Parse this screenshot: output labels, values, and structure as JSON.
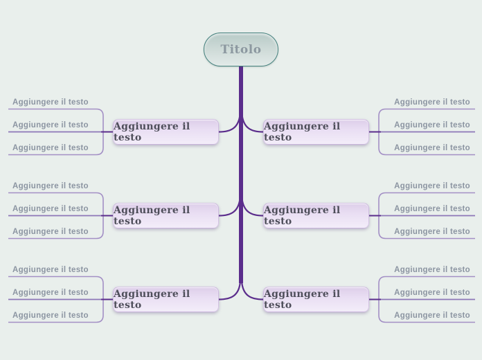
{
  "canvas": {
    "background": "#e9efec"
  },
  "root": {
    "label": "Titolo"
  },
  "branches": [
    {
      "id": "left-top",
      "side": "left",
      "label": "Aggiungere il testo",
      "leaves": [
        "Aggiungere il testo",
        "Aggiungere il testo",
        "Aggiungere il testo"
      ]
    },
    {
      "id": "left-middle",
      "side": "left",
      "label": "Aggiungere il testo",
      "leaves": [
        "Aggiungere il testo",
        "Aggiungere il testo",
        "Aggiungere il testo"
      ]
    },
    {
      "id": "left-bottom",
      "side": "left",
      "label": "Aggiungere il testo",
      "leaves": [
        "Aggiungere il testo",
        "Aggiungere il testo",
        "Aggiungere il testo"
      ]
    },
    {
      "id": "right-top",
      "side": "right",
      "label": "Aggiungere il testo",
      "leaves": [
        "Aggiungere il testo",
        "Aggiungere il testo",
        "Aggiungere il testo"
      ]
    },
    {
      "id": "right-middle",
      "side": "right",
      "label": "Aggiungere il testo",
      "leaves": [
        "Aggiungere il testo",
        "Aggiungere il testo",
        "Aggiungere il testo"
      ]
    },
    {
      "id": "right-bottom",
      "side": "right",
      "label": "Aggiungere il testo",
      "leaves": [
        "Aggiungere il testo",
        "Aggiungere il testo",
        "Aggiungere il testo"
      ]
    }
  ],
  "colors": {
    "background": "#e9efec",
    "trunk": "#5b2d8c",
    "branch_line": "#5b2d8c",
    "leaf_bracket_line": "#a38fc5",
    "leaf_middle_line": "#8d76b7",
    "box_fill_top": "#ddcee9",
    "box_fill_bottom": "#f3edf9",
    "box_border": "#aa8cc8",
    "box_text": "#4e4e5a",
    "leaf_text": "#8c95a2",
    "root_border": "#44807d",
    "root_text": "#8c98a0"
  }
}
